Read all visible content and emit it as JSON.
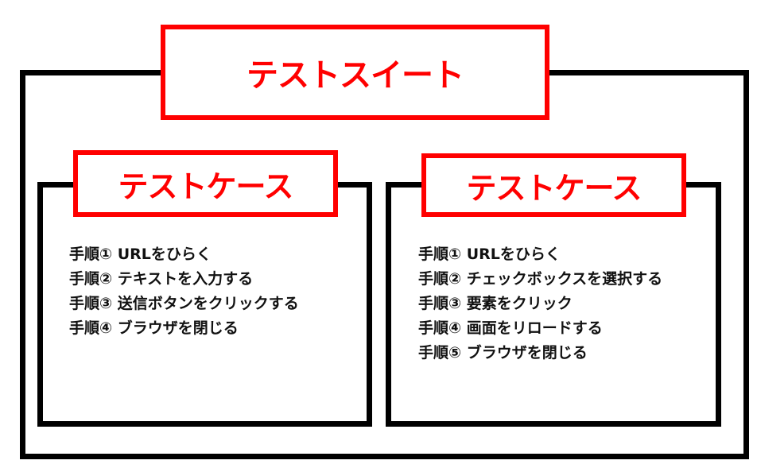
{
  "suite": {
    "title": "テストスイート"
  },
  "cases": [
    {
      "title": "テストケース",
      "steps": [
        "手順① URLをひらく",
        "手順② テキストを入力する",
        "手順③ 送信ボタンをクリックする",
        "手順④ ブラウザを閉じる"
      ]
    },
    {
      "title": "テストケース",
      "steps": [
        "手順① URLをひらく",
        "手順② チェックボックスを選択する",
        "手順③ 要素をクリック",
        "手順④ 画面をリロードする",
        "手順⑤ ブラウザを閉じる"
      ]
    }
  ],
  "colors": {
    "accent": "#ff0000",
    "border": "#000000"
  }
}
